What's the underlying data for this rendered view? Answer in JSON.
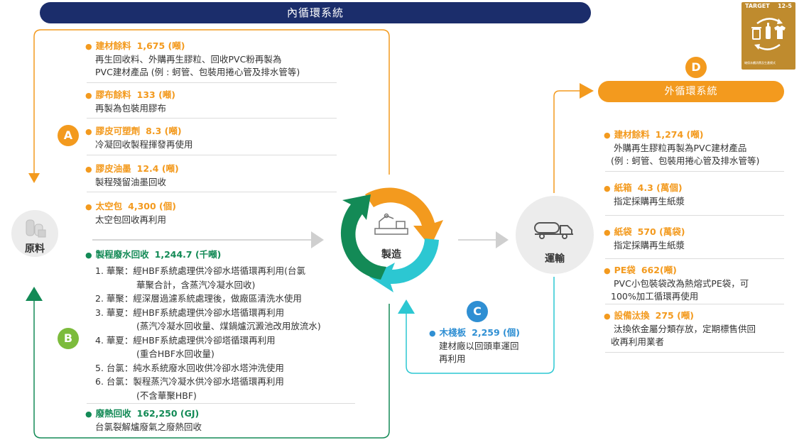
{
  "banners": {
    "inner": "內循環系統",
    "outer": "外循環系統"
  },
  "target_badge": {
    "label": "TARGET",
    "number": "12-5",
    "caption": "確保永續消費及生產模式"
  },
  "letters": [
    "A",
    "B",
    "C",
    "D"
  ],
  "nodes": {
    "raw": "原料",
    "manufacture": "製造",
    "transport": "運輸"
  },
  "group_a": [
    {
      "title": "建材餘料",
      "value": "1,675 (噸)",
      "lines": [
        "再生回收料、外購再生膠粒、回收PVC粉再製為",
        "PVC建材產品 (例 : 蚵管、包裝用捲心管及排水管等)"
      ]
    },
    {
      "title": "膠布餘料",
      "value": "133 (噸)",
      "lines": [
        "再製為包裝用膠布"
      ]
    },
    {
      "title": "膠皮可塑劑",
      "value": "8.3 (噸)",
      "lines": [
        "冷凝回收製程揮發再使用"
      ]
    },
    {
      "title": "膠皮油墨",
      "value": "12.4 (噸)",
      "lines": [
        "製程殘留油墨回收"
      ]
    },
    {
      "title": "太空包",
      "value": "4,300 (個)",
      "lines": [
        "太空包回收再利用"
      ]
    }
  ],
  "group_b": {
    "title": "製程廢水回收",
    "value": "1,244.7 (千噸)",
    "lines": [
      "1. 華聚：經HBF系統處理供冷卻水塔循環再利用(台氯",
      "    華聚合計，含蒸汽冷凝水回收)",
      "2. 華聚：經深層過濾系統處理後，做廠區清洗水使用",
      "3. 華夏：經HBF系統處理供冷卻水塔循環再利用",
      "    (蒸汽冷凝水回收量、煤鍋爐沉澱池改用放流水)",
      "4. 華夏：經HBF系統處理供冷卻塔循環再利用",
      "    (重合HBF水回收量)",
      "5. 台氯：純水系統廢水回收供冷卻水塔沖洗使用",
      "6. 台氯：製程蒸汽冷凝水供冷卻水塔循環再利用",
      "    (不含華聚HBF)"
    ],
    "heat_title": "廢熱回收",
    "heat_value": "162,250 (GJ)",
    "heat_line": "台氯裂解爐廢氣之廢熱回收"
  },
  "group_c": {
    "title": "木棧板",
    "value": "2,259 (個)",
    "lines": [
      "建材廠以回頭車運回",
      "再利用"
    ]
  },
  "group_d": [
    {
      "title": "建材餘料",
      "value": "1,274 (噸)",
      "lines": [
        "外購再生膠粒再製為PVC建材產品",
        "(例 : 蚵管、包裝用捲心管及排水管等)"
      ]
    },
    {
      "title": "紙箱",
      "value": "4.3 (萬個)",
      "lines": [
        "指定採購再生紙漿"
      ]
    },
    {
      "title": "紙袋",
      "value": "570 (萬袋)",
      "lines": [
        "指定採購再生紙漿"
      ]
    },
    {
      "title": "PE袋",
      "value": "662(噸)",
      "lines": [
        "PVC小包裝袋改為熱熔式PE袋，可",
        "100%加工循環再使用"
      ]
    },
    {
      "title": "設備汰換",
      "value": "275 (噸)",
      "lines": [
        "汰換依金屬分類存放，定期標售供回",
        "收再利用業者"
      ]
    }
  ],
  "colors": {
    "navy": "#1b2d6b",
    "orange": "#f39a1e",
    "green": "#138a56",
    "blue": "#2f8fd3",
    "cyan": "#2cc7d2"
  },
  "icons": [
    "barrels-icon",
    "robot-arm-icon",
    "truck-icon",
    "recycle-cycle-icon",
    "trash-recycle-icon",
    "bottle-icon",
    "shirt-icon"
  ]
}
